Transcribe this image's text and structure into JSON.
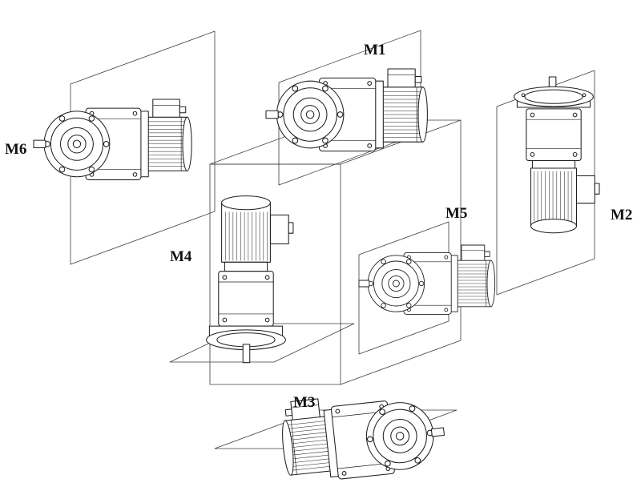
{
  "diagram": {
    "background_color": "#ffffff",
    "line_color": "#1f1f1f",
    "labels": {
      "m1": "M1",
      "m2": "M2",
      "m3": "M3",
      "m4": "M4",
      "m5": "M5",
      "m6": "M6"
    }
  }
}
